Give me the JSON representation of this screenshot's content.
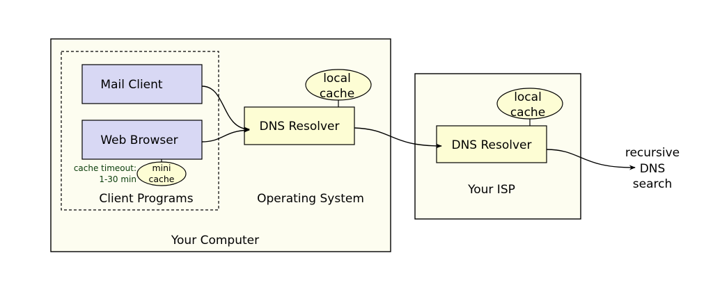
{
  "colors": {
    "stroke": "#000000",
    "region_fill": "#fdfdf0",
    "client_fill": "#d8d8f4",
    "resolver_fill": "#fdfdd4",
    "cache_fill": "#fdfdd4",
    "annotation_text": "#0a3d0a"
  },
  "computer": {
    "label": "Your Computer",
    "os_label": "Operating System",
    "client_programs": {
      "label": "Client Programs",
      "mail_client": "Mail Client",
      "web_browser": "Web Browser",
      "mini_cache": {
        "line1": "mini",
        "line2": "cache"
      },
      "cache_timeout": {
        "line1": "cache timeout:",
        "line2": "1-30 min"
      }
    },
    "dns_resolver": "DNS Resolver",
    "local_cache": {
      "line1": "local",
      "line2": "cache"
    }
  },
  "isp": {
    "label": "Your ISP",
    "dns_resolver": "DNS Resolver",
    "local_cache": {
      "line1": "local",
      "line2": "cache"
    }
  },
  "recursive": {
    "line1": "recursive",
    "line2": "DNS",
    "line3": "search"
  }
}
